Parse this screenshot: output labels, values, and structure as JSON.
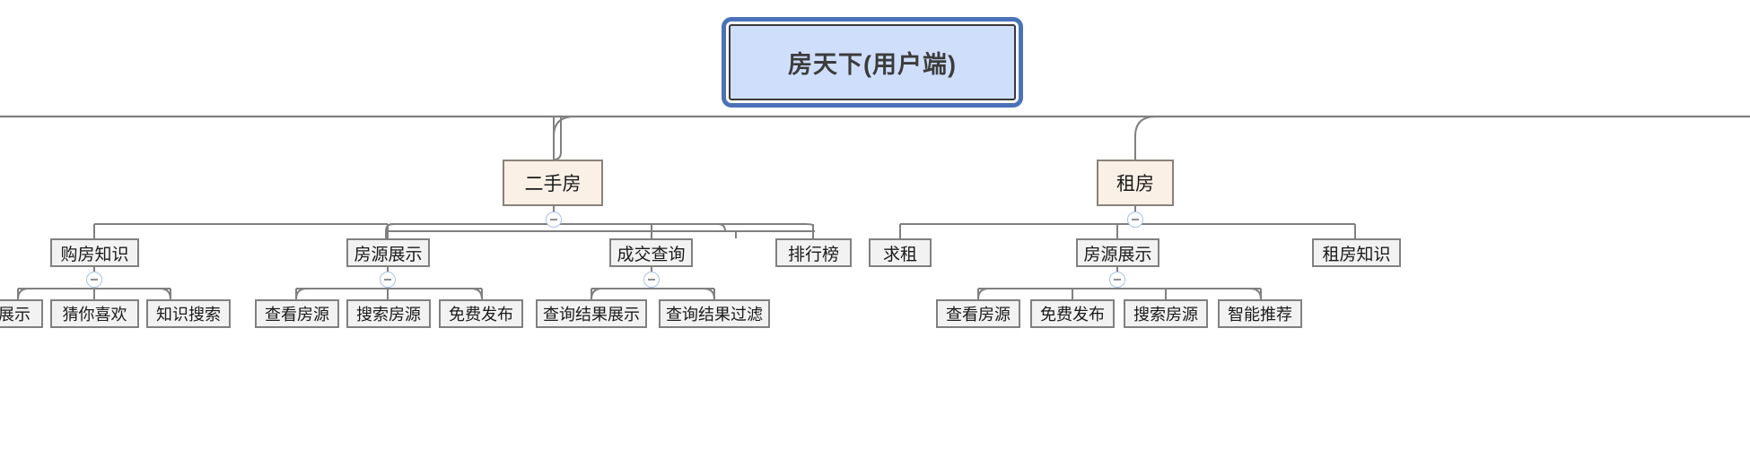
{
  "diagram": {
    "type": "mindmap-tree",
    "title": "房天下(用户端)",
    "colors": {
      "root_fill": "#cfdffb",
      "root_outline": "#4a72b8",
      "category_fill": "#fbf0e6",
      "category_border": "#8a8279",
      "item_fill": "#f2f2f2",
      "item_border": "#808080",
      "connector": "#808080",
      "toggle_border": "#a9c2e8"
    },
    "toggle_glyph": "minus"
  },
  "root": {
    "label": "房天下(用户端)"
  },
  "categories": [
    {
      "label": "二手房",
      "collapsed": false
    },
    {
      "label": "租房",
      "collapsed": false
    }
  ],
  "items": [
    {
      "label": "购房知识",
      "has_toggle": true,
      "parent": "二手房"
    },
    {
      "label": "房源展示",
      "has_toggle": true,
      "parent": "二手房"
    },
    {
      "label": "成交查询",
      "has_toggle": true,
      "parent": "二手房"
    },
    {
      "label": "排行榜",
      "has_toggle": false,
      "parent": "二手房"
    },
    {
      "label": "求租",
      "has_toggle": false,
      "parent": "租房"
    },
    {
      "label": "房源展示",
      "has_toggle": true,
      "parent": "租房"
    },
    {
      "label": "租房知识",
      "has_toggle": false,
      "parent": "租房"
    }
  ],
  "leaves": [
    {
      "label": "展示",
      "parent": "购房知识",
      "clipped": true
    },
    {
      "label": "猜你喜欢",
      "parent": "购房知识"
    },
    {
      "label": "知识搜索",
      "parent": "购房知识"
    },
    {
      "label": "查看房源",
      "parent": "房源展示"
    },
    {
      "label": "搜索房源",
      "parent": "房源展示"
    },
    {
      "label": "免费发布",
      "parent": "房源展示"
    },
    {
      "label": "查询结果展示",
      "parent": "成交查询"
    },
    {
      "label": "查询结果过滤",
      "parent": "成交查询"
    },
    {
      "label": "查看房源",
      "parent": "房源展示(租房)"
    },
    {
      "label": "免费发布",
      "parent": "房源展示(租房)"
    },
    {
      "label": "搜索房源",
      "parent": "房源展示(租房)"
    },
    {
      "label": "智能推荐",
      "parent": "房源展示(租房)"
    }
  ]
}
